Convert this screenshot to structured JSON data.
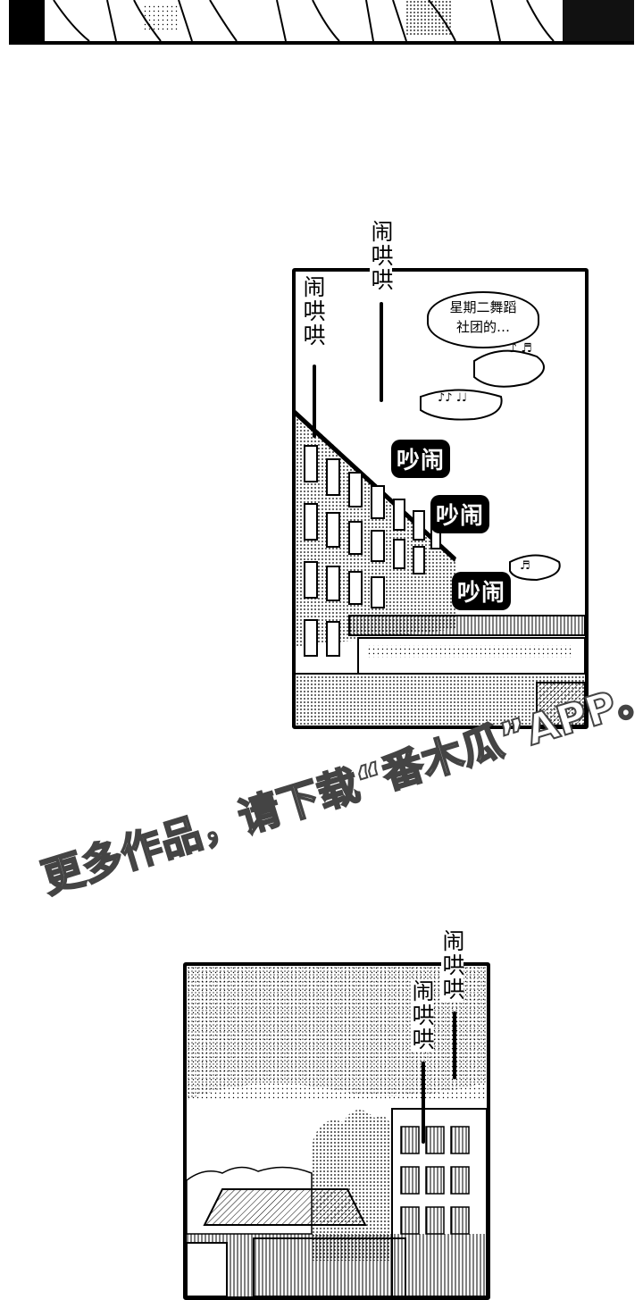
{
  "panel1": {
    "sfx_vertical_left": "闹哄哄",
    "sfx_vertical_top": "闹哄哄",
    "speech_bubble": "星期二舞蹈\n社团的…",
    "music_notes_1": "♪ ♬",
    "music_notes_2": "♪♪ ♩♩",
    "music_notes_3": "♬",
    "noise_1": "吵闹",
    "noise_2": "吵闹",
    "noise_3": "吵闹"
  },
  "watermark": {
    "line1": "更多作品，请下载“番木瓜”APP。"
  },
  "panel2": {
    "sfx_vertical_right": "闹哄哄",
    "sfx_vertical_left": "闹哄哄"
  },
  "colors": {
    "ink": "#000000",
    "paper": "#ffffff",
    "screentone": "#888888"
  }
}
